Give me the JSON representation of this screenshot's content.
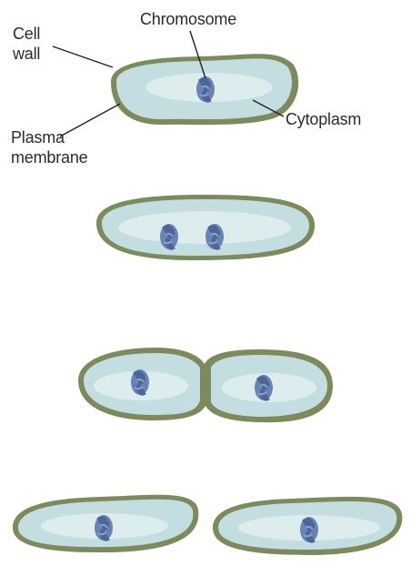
{
  "labels": {
    "chromosome": "Chromosome",
    "cell_wall_line1": "Cell",
    "cell_wall_line2": "wall",
    "cytoplasm": "Cytoplasm",
    "plasma_membrane_line1": "Plasma",
    "plasma_membrane_line2": "membrane"
  },
  "colors": {
    "cell_wall": "#7c8a5c",
    "cytoplasm": "#c4dde0",
    "chromosome": "#6a83b5",
    "label_text": "#2b2b2b"
  },
  "stages": [
    {
      "stage": 1,
      "cells": 1,
      "chromosomes": 1
    },
    {
      "stage": 2,
      "cells": 1,
      "chromosomes": 2
    },
    {
      "stage": 3,
      "cells": 2,
      "chromosomes": 2,
      "pinching": true
    },
    {
      "stage": 4,
      "cells": 2,
      "chromosomes": 2,
      "separated": true
    }
  ]
}
